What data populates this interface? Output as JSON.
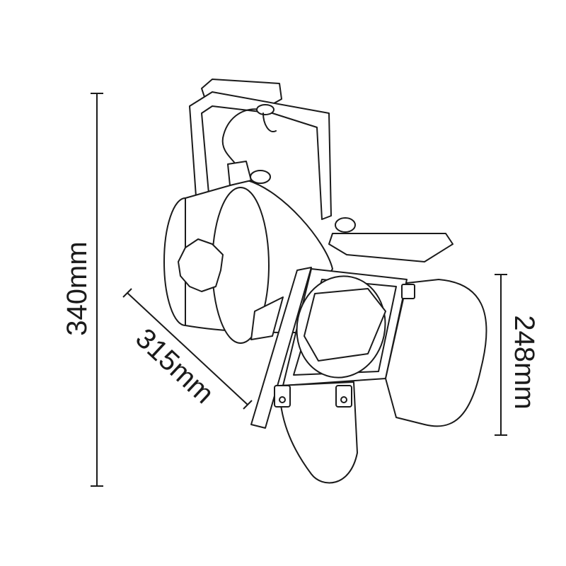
{
  "dimensions": {
    "height": "340mm",
    "depth": "315mm",
    "width": "248mm"
  },
  "colors": {
    "line": "#1a1a1a",
    "background": "#ffffff"
  }
}
